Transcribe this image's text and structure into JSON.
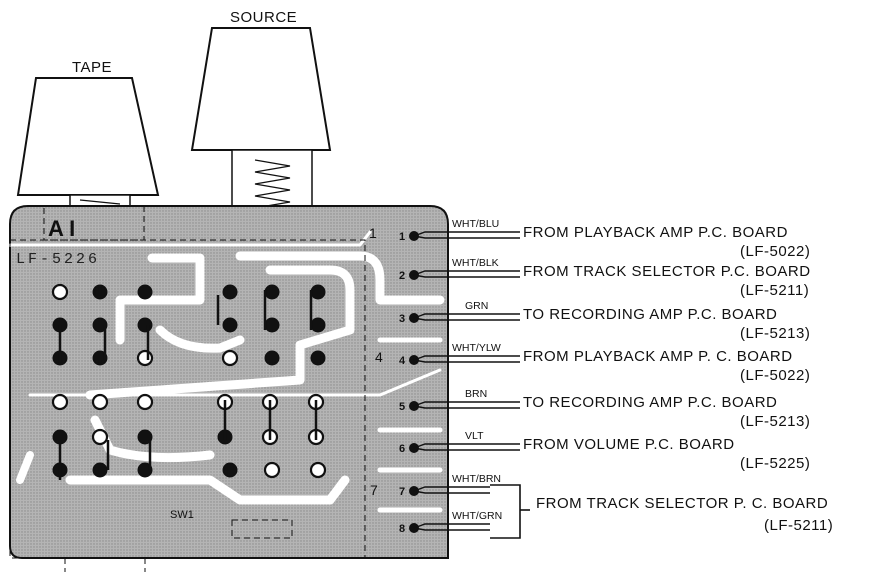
{
  "knobs": {
    "tape": "TAPE",
    "source": "SOURCE"
  },
  "board": {
    "id_text": "LF-5226",
    "logo_text": "A I",
    "switch_label": "SW1",
    "pad_tags": [
      "1",
      "4",
      "7"
    ],
    "colors": {
      "copper": "#a9a9a9",
      "ink": "#111111",
      "paper": "#ffffff"
    }
  },
  "terminals": [
    {
      "num": "1",
      "wire": "WHT/BLU",
      "desc": "FROM   PLAYBACK  AMP  P.C. BOARD",
      "ref": "(LF-5022)"
    },
    {
      "num": "2",
      "wire": "WHT/BLK",
      "desc": "FROM  TRACK  SELECTOR  P.C. BOARD",
      "ref": "(LF-5211)"
    },
    {
      "num": "3",
      "wire": "GRN",
      "desc": "TO  RECORDING  AMP  P.C. BOARD",
      "ref": "(LF-5213)"
    },
    {
      "num": "4",
      "wire": "WHT/YLW",
      "desc": "FROM  PLAYBACK  AMP  P. C. BOARD",
      "ref": "(LF-5022)"
    },
    {
      "num": "5",
      "wire": "BRN",
      "desc": "TO  RECORDING  AMP  P.C. BOARD",
      "ref": "(LF-5213)"
    },
    {
      "num": "6",
      "wire": "VLT",
      "desc": "FROM  VOLUME  P.C. BOARD",
      "ref": "(LF-5225)"
    },
    {
      "num": "7",
      "wire": "WHT/BRN",
      "desc": "",
      "ref": ""
    },
    {
      "num": "8",
      "wire": "WHT/GRN",
      "desc": "",
      "ref": ""
    }
  ],
  "group_78": {
    "desc": "FROM  TRACK  SELECTOR  P. C. BOARD",
    "ref": "(LF-5211)"
  }
}
